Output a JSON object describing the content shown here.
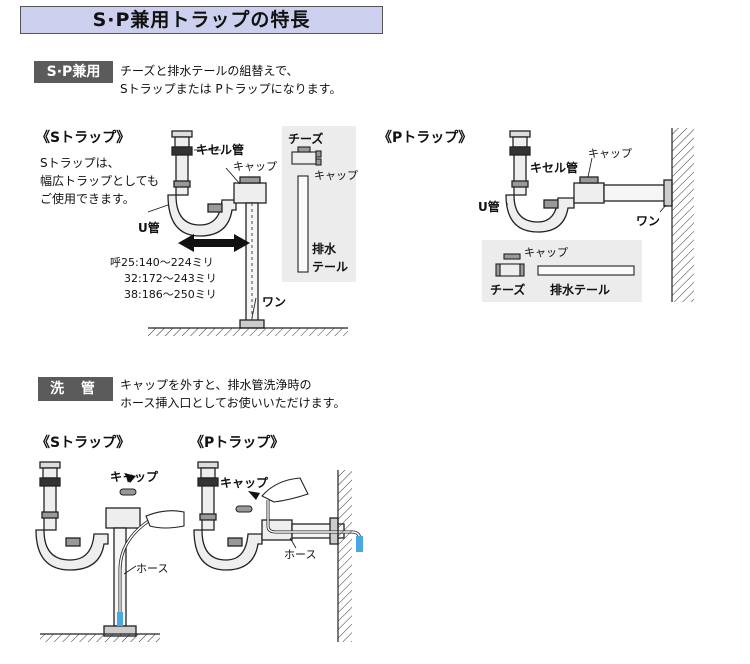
{
  "title": "S·P兼用トラップの特長",
  "sp_section": {
    "tag": "S·P兼用",
    "desc_line1": "チーズと排水テールの組替えで、",
    "desc_line2": "Sトラップまたは Pトラップになります。"
  },
  "s_trap": {
    "heading": "《Sトラップ》",
    "note_line1": "Sトラップは、",
    "note_line2": "幅広トラップとしても",
    "note_line3": "ご使用できます。",
    "kiseru": "キセル管",
    "cap": "キャップ",
    "u_pipe": "U管",
    "dim_line1": "呼25:140〜224ミリ",
    "dim_line2": "32:172〜243ミリ",
    "dim_line3": "38:186〜250ミリ",
    "wan": "ワン",
    "parts_cheese": "チーズ",
    "parts_cap": "キャップ",
    "parts_tail_line1": "排水",
    "parts_tail_line2": "テール"
  },
  "p_trap": {
    "heading": "《Pトラップ》",
    "cap": "キャップ",
    "kiseru": "キセル管",
    "u_pipe": "U管",
    "wan": "ワン",
    "parts_cap": "キャップ",
    "parts_cheese": "チーズ",
    "parts_tail": "排水テール"
  },
  "wash_section": {
    "tag": "洗 管",
    "desc_line1": "キャップを外すと、排水管洗浄時の",
    "desc_line2": "ホース挿入口としてお使いいただけます。",
    "s_heading": "《Sトラップ》",
    "s_cap": "キャップ",
    "s_hose": "ホース",
    "p_heading": "《Pトラップ》",
    "p_cap": "キャップ",
    "p_hose": "ホース"
  },
  "colors": {
    "title_bg": "#ccd0ee",
    "tag_bg": "#5b5b5b",
    "panel_bg": "#ececec",
    "water": "#4aa8e0"
  }
}
